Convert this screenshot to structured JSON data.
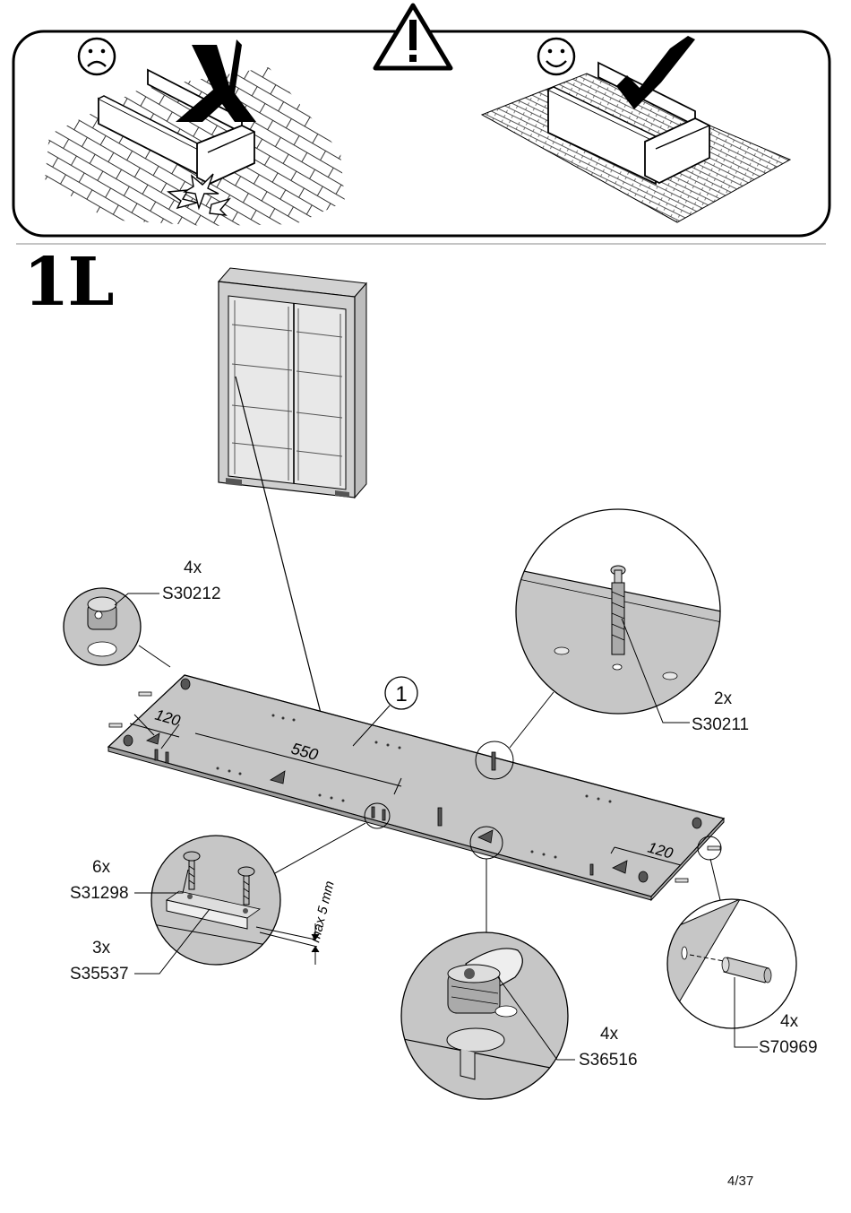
{
  "step": {
    "number": "1L"
  },
  "panel": {
    "part_number": "1"
  },
  "dimensions": {
    "left_offset": "120",
    "middle_offset": "550",
    "right_offset": "120",
    "edge_gap": "max 5 mm"
  },
  "parts": [
    {
      "qty": "4x",
      "code": "S30212"
    },
    {
      "qty": "2x",
      "code": "S30211"
    },
    {
      "qty": "6x",
      "code": "S31298"
    },
    {
      "qty": "3x",
      "code": "S35537"
    },
    {
      "qty": "4x",
      "code": "S36516"
    },
    {
      "qty": "4x",
      "code": "S70969"
    }
  ],
  "warning": {
    "wrong_face": "sad-face-icon",
    "right_face": "smiley-face-icon",
    "symbol": "warning-icon"
  },
  "footer": {
    "page": "4/37"
  }
}
